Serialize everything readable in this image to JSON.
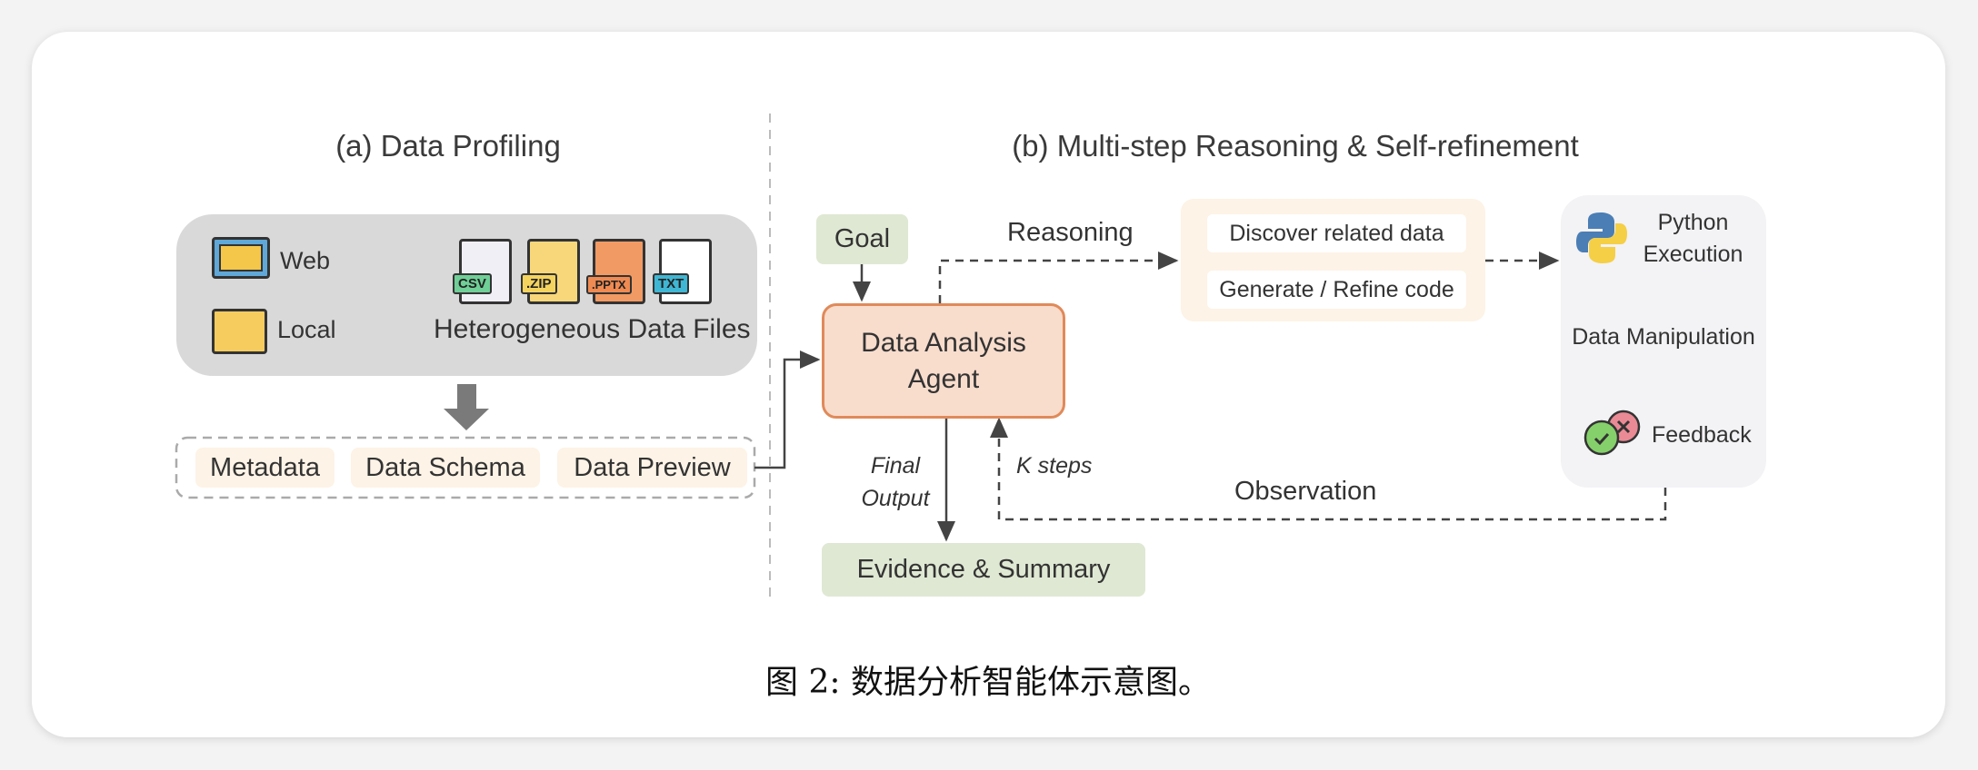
{
  "panel_a": {
    "title": "(a) Data Profiling",
    "sources": [
      "Web",
      "Local"
    ],
    "files_label": "Heterogeneous Data Files",
    "file_types": [
      "CSV",
      ".ZIP",
      ".PPTX",
      "TXT"
    ],
    "outputs": [
      "Metadata",
      "Data Schema",
      "Data Preview"
    ]
  },
  "panel_b": {
    "title": "(b) Multi-step Reasoning & Self-refinement",
    "goal": "Goal",
    "agent_line1": "Data Analysis",
    "agent_line2": "Agent",
    "reasoning_label": "Reasoning",
    "reasoning_steps": [
      "Discover related data",
      "Generate / Refine code"
    ],
    "exec": {
      "python_line1": "Python",
      "python_line2": "Execution",
      "manipulation": "Data Manipulation",
      "feedback": "Feedback"
    },
    "observation_label": "Observation",
    "k_steps": "K steps",
    "final_output_line1": "Final",
    "final_output_line2": "Output",
    "evidence": "Evidence & Summary"
  },
  "caption": "图 2: 数据分析智能体示意图。",
  "colors": {
    "peach": "#fdf3e6",
    "green": "#dfe8d3",
    "agent_fill": "#f8dccc",
    "agent_stroke": "#e08a5a",
    "gray": "#d9d9d9"
  }
}
